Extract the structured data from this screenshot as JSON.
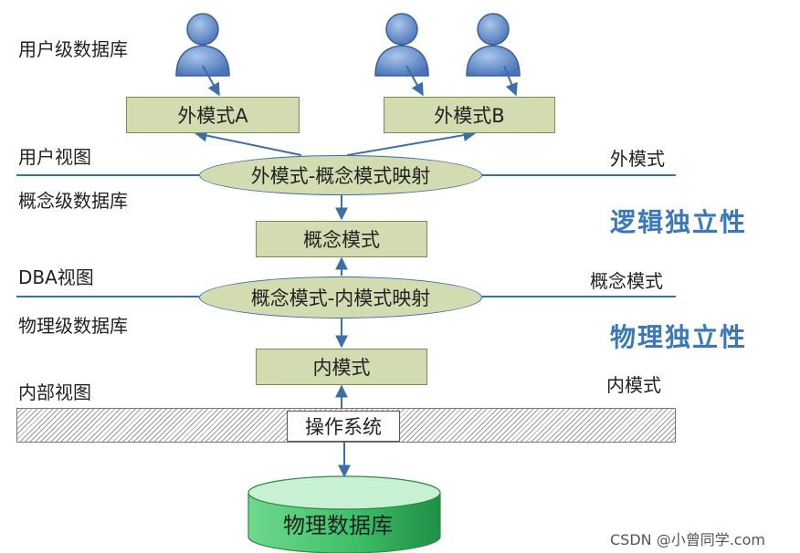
{
  "labels": {
    "user_db": "用户级数据库",
    "user_view": "用户视图",
    "concept_db": "概念级数据库",
    "dba_view": "DBA视图",
    "physical_db": "物理级数据库",
    "internal_view": "内部视图"
  },
  "right_labels": {
    "external_schema": "外模式",
    "conceptual_schema": "概念模式",
    "internal_schema": "内模式"
  },
  "independence": {
    "logical": "逻辑独立性",
    "physical": "物理独立性"
  },
  "nodes": {
    "external_a": "外模式A",
    "external_b": "外模式B",
    "ext_concept_mapping": "外模式-概念模式映射",
    "conceptual": "概念模式",
    "concept_internal_mapping": "概念模式-内模式映射",
    "internal": "内模式",
    "os": "操作系统",
    "physical_db": "物理数据库"
  },
  "colors": {
    "box_fill": "#d2dcb0",
    "arrow": "#3d6ea8",
    "accent_text": "#3a78b8",
    "cylinder": "#3fbf68"
  },
  "watermark": "CSDN @小曾同学.com"
}
